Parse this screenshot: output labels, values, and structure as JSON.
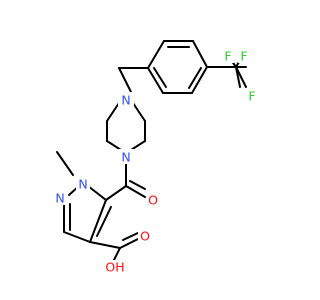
{
  "molecule": {
    "colors": {
      "carbon_bond": "#000000",
      "nitrogen": "#3050F8",
      "oxygen": "#FF0D0D",
      "fluorine": "#33CC33",
      "background": "#FFFFFF"
    },
    "atom_labels": {
      "pyrazole_n_methyl": "N",
      "pyrazole_n2": "N",
      "piperazine_n_top": "N",
      "piperazine_n_bottom": "N",
      "carbonyl_o": "O",
      "acid_carbonyl_o": "O",
      "acid_hydroxyl": "OH",
      "fluorine_top_left": "F",
      "fluorine_top_right": "F",
      "fluorine_right": "F"
    }
  }
}
